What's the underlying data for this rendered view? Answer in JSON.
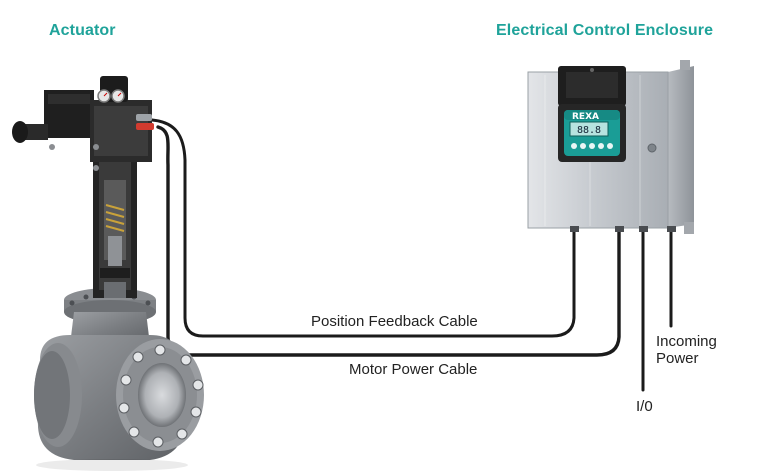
{
  "titles": {
    "actuator": "Actuator",
    "enclosure": "Electrical Control Enclosure"
  },
  "labels": {
    "position_feedback": "Position Feedback Cable",
    "motor_power": "Motor Power Cable",
    "incoming_power_line1": "Incoming",
    "incoming_power_line2": "Power",
    "io": "I/0"
  },
  "enclosure": {
    "logo": "REXA",
    "display_text": "88.8"
  },
  "colors": {
    "title": "#1fa39a",
    "cable": "#1b1b1b",
    "steel": "#c9ccd0",
    "panel_teal": "#1a9d96"
  }
}
